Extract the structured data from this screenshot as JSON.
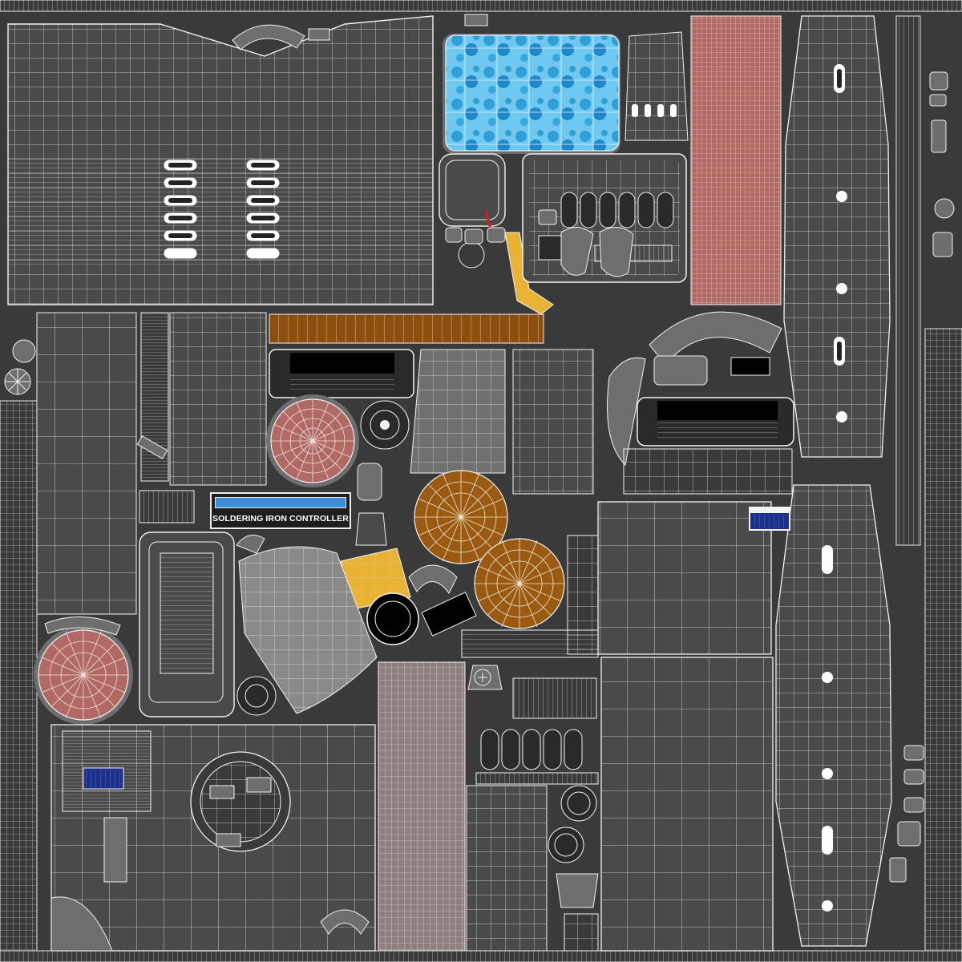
{
  "label": {
    "text": "SOLDERING IRON CONTROLLER"
  },
  "colors": {
    "background": "#3a3a3a",
    "wire": "#f2f2f2",
    "shell": "#6e6e6e",
    "pink": "#b06a63",
    "orange": "#9a5a12",
    "yellow": "#e8b235",
    "blue_water": "#5fc0ee",
    "navy": "#1c2f8a",
    "label_blue": "#3d8fd6"
  },
  "shapes": {
    "pink_disks": 2,
    "orange_disks": 2
  }
}
